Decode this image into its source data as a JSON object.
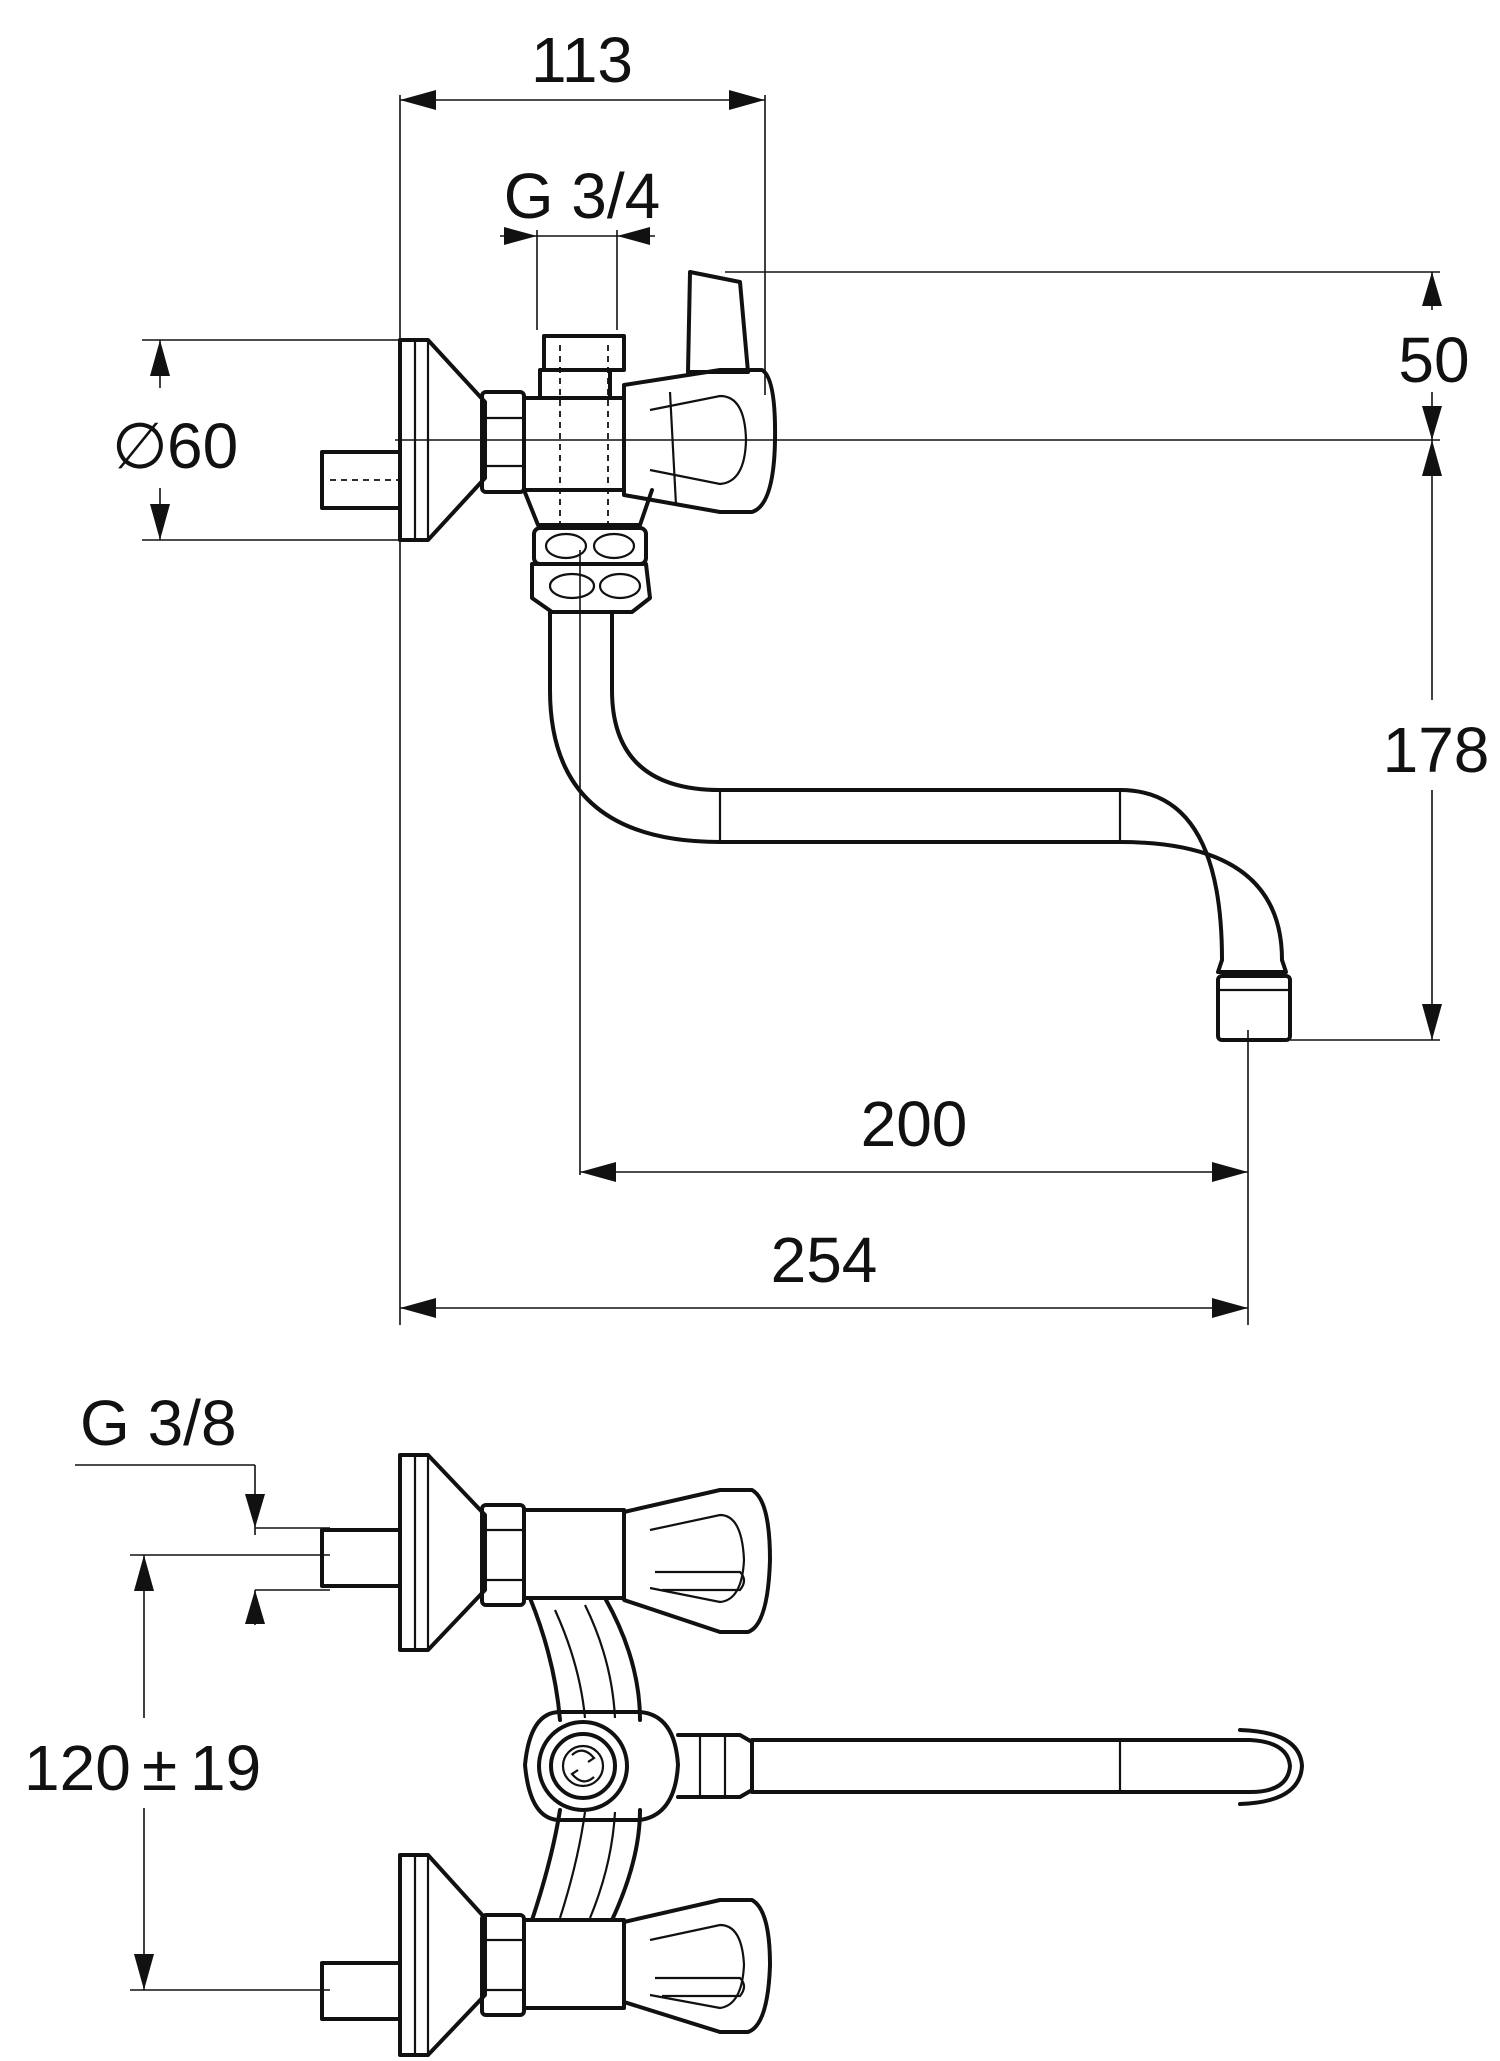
{
  "dimensions": {
    "top_width": "113",
    "inlet_thread": "G 3/4",
    "rosette_diameter_symbol": "∅",
    "rosette_diameter": "60",
    "handle_height": "50",
    "spout_height": "178",
    "spout_reach": "200",
    "overall_projection": "254",
    "supply_thread": "G 3/8",
    "centre_distance": "120",
    "tolerance_symbol": "±",
    "tolerance": "19"
  }
}
